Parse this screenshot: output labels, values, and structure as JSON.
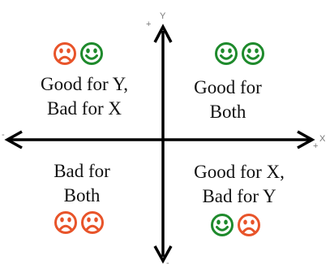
{
  "axes": {
    "y_label": "Y",
    "x_label": "X",
    "plus": "+",
    "minus": "-"
  },
  "colors": {
    "happy": "#1e8a2c",
    "sad": "#e8542a",
    "axis": "#000000"
  },
  "quadrants": {
    "top_left": {
      "line1": "Good for Y,",
      "line2": "Bad for X",
      "faces": [
        "sad",
        "happy"
      ]
    },
    "top_right": {
      "line1": "Good for",
      "line2": "Both",
      "faces": [
        "happy",
        "happy"
      ]
    },
    "bottom_left": {
      "line1": "Bad for",
      "line2": "Both",
      "faces": [
        "sad",
        "sad"
      ]
    },
    "bottom_right": {
      "line1": "Good for X,",
      "line2": "Bad for Y",
      "faces": [
        "happy",
        "sad"
      ]
    }
  }
}
